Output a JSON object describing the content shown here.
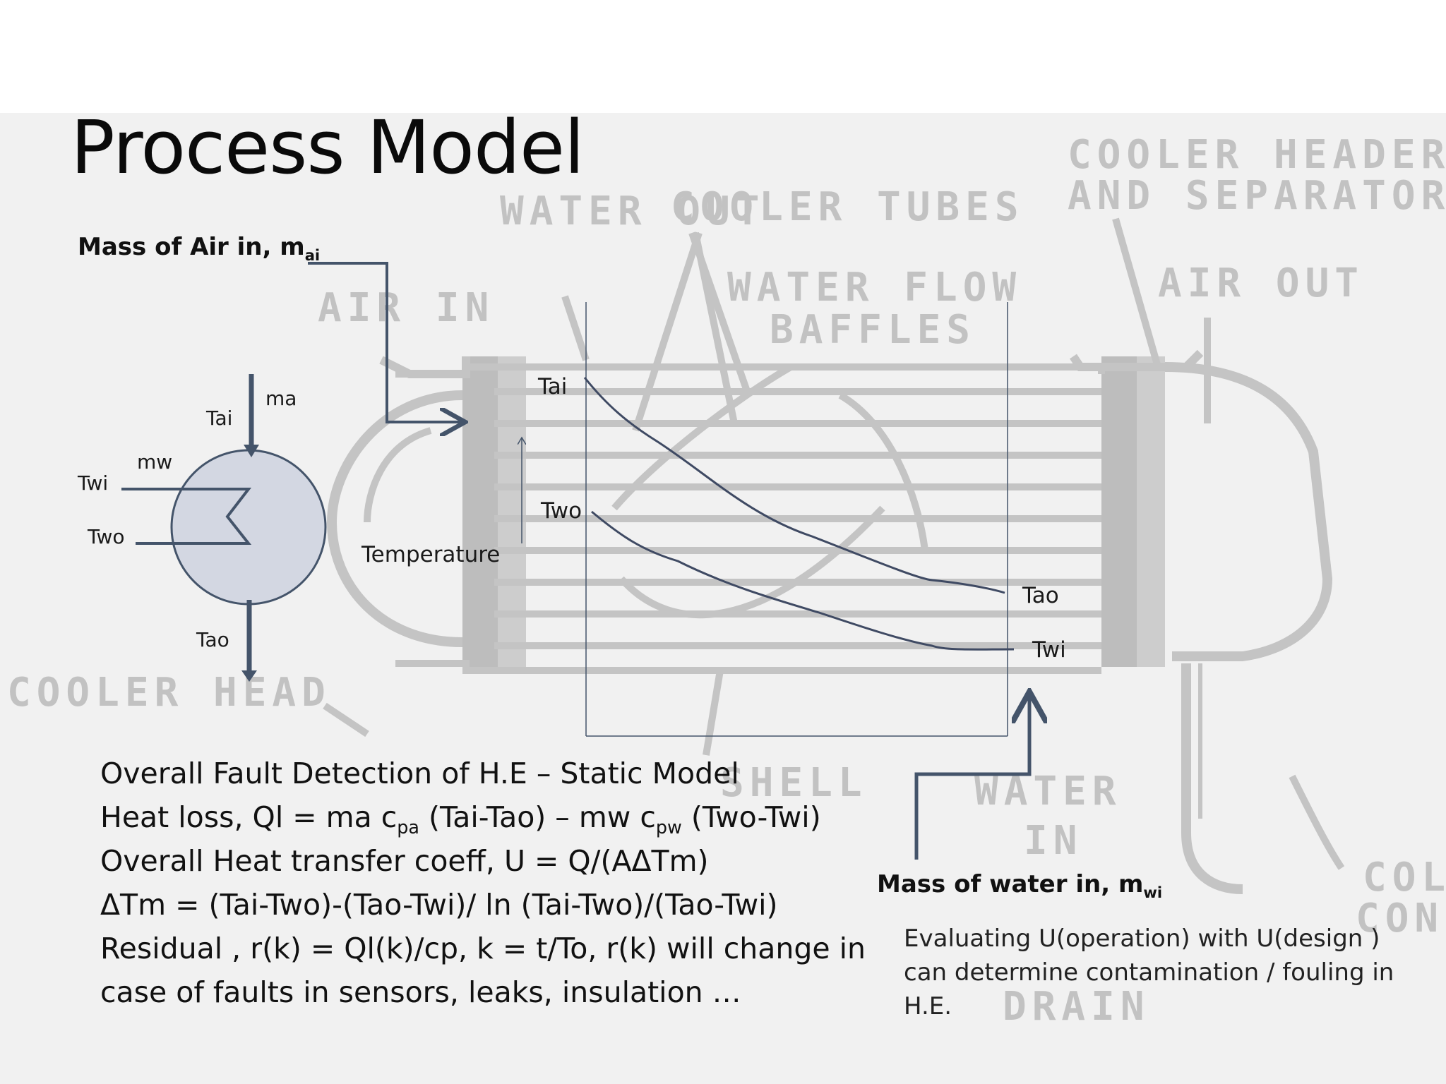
{
  "title": "Process Model",
  "background_labels": {
    "water_out": "WATER OUT",
    "cooler_tubes": "COOLER TUBES",
    "cooler_header": "COOLER HEADER",
    "and_separator": "AND SEPARATOR",
    "water_flow": "WATER FLOW",
    "baffles": "BAFFLES",
    "air_in": "AIR IN",
    "air_out": "AIR OUT",
    "cooler_head": "COOLER HEAD",
    "shell": "SHELL",
    "water": "WATER",
    "in": "IN",
    "drain": "DRAIN",
    "col": "COL",
    "cond": "COND"
  },
  "inputs": {
    "air_label": "Mass of Air in, m",
    "air_sub": "ai",
    "water_label": "Mass of water in, m",
    "water_sub": "wi"
  },
  "schematic": {
    "ma": "ma",
    "tai": "Tai",
    "mw": "mw",
    "twi": "Twi",
    "two": "Two",
    "tao": "Tao"
  },
  "profile": {
    "y_axis_label": "Temperature",
    "tai": "Tai",
    "two": "Two",
    "tao": "Tao",
    "twi": "Twi"
  },
  "equations": {
    "line1": "Overall Fault Detection of H.E – Static Model",
    "line2_a": "Heat loss, Ql = ma c",
    "line2_sub1": "pa",
    "line2_b": " (Tai-Tao) – mw c",
    "line2_sub2": "pw",
    "line2_c": " (Two-Twi)",
    "line3": "Overall Heat transfer coeff, U = Q/(AΔTm)",
    "line4": "ΔTm = (Tai-Two)-(Tao-Twi)/ ln (Tai-Two)/(Tao-Twi)",
    "line5": "Residual , r(k) = Ql(k)/cp, k = t/To, r(k) will change in",
    "line6": "case of faults in sensors, leaks, insulation …"
  },
  "note": {
    "line1": "Evaluating U(operation) with U(design )",
    "line2": "can determine contamination / fouling in",
    "line3": "H.E."
  },
  "colors": {
    "accent": "#44546a",
    "vessel_fill": "#d3d7e2",
    "faded": "#b9b9b9"
  }
}
